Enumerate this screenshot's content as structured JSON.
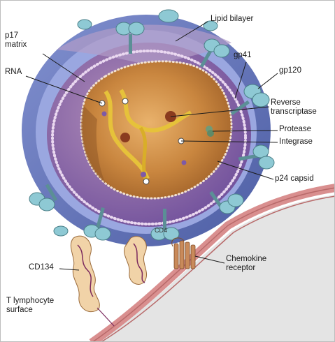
{
  "labels": {
    "lipid_bilayer": "Lipid bilayer",
    "p17_matrix": "p17\nmatrix",
    "rna": "RNA",
    "gp41": "gp41",
    "gp120": "gp120",
    "reverse_transcriptase": "Reverse\ntranscriptase",
    "protease": "Protease",
    "integrase": "Integrase",
    "p24_capsid": "p24 capsid",
    "chemokine_receptor": "Chemokine\nreceptor",
    "cd134": "CD134",
    "t_lymphocyte_surface": "T lymphocyte\nsurface",
    "cd4": "CD4"
  },
  "colors": {
    "envelope_outer": "#5d6fb3",
    "envelope_light": "#9aa7e0",
    "matrix": "#7d5aa6",
    "capsid": "#c9863f",
    "rna": "#e6c23a",
    "glycoprotein": "#8ec9d4",
    "cell_membrane": "#d98f8f",
    "cell_inside": "#e4e4e4"
  }
}
